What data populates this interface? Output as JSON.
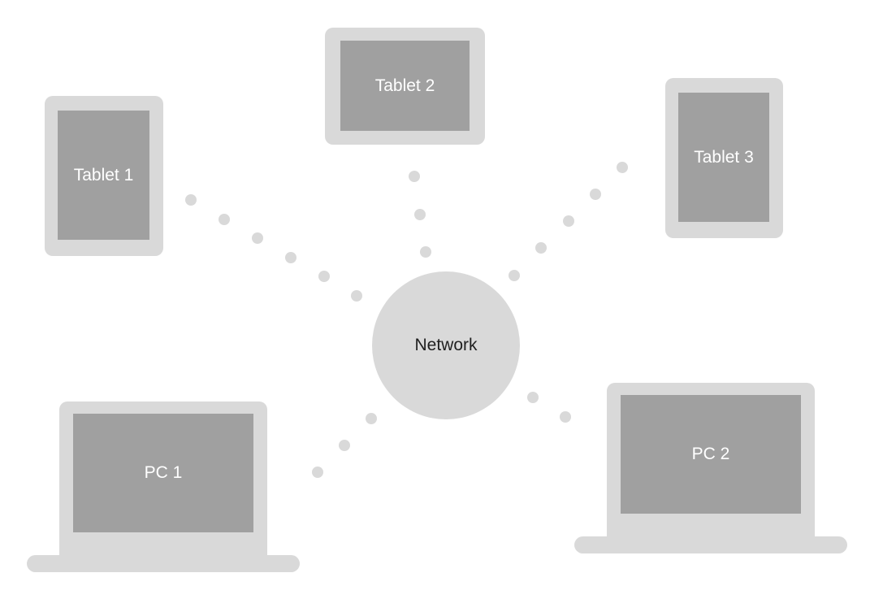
{
  "network": {
    "label": "Network"
  },
  "devices": {
    "tablet_1": {
      "label": "Tablet 1"
    },
    "tablet_2": {
      "label": "Tablet 2"
    },
    "tablet_3": {
      "label": "Tablet 3"
    },
    "pc_1": {
      "label": "PC 1"
    },
    "pc_2": {
      "label": "PC 2"
    }
  },
  "colors": {
    "frame": "#d9d9d9",
    "screen": "#a0a0a0",
    "hub": "#d9d9d9",
    "connector_dots": "#d9d9d9",
    "screen_text": "#ffffff",
    "hub_text": "#1f1f1f"
  }
}
